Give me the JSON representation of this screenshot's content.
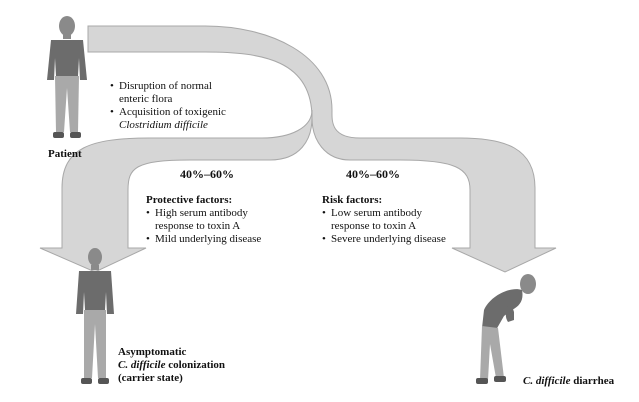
{
  "patient": {
    "label": "Patient",
    "bullets": [
      {
        "line1": "Disruption of normal",
        "line2": "enteric flora",
        "italic2": false
      },
      {
        "line1": "Acquisition of toxigenic",
        "line2": "Clostridium difficile",
        "italic2": true
      }
    ]
  },
  "left_branch": {
    "percent": "40%–60%",
    "heading": "Protective factors:",
    "items": [
      {
        "line1": "High serum antibody",
        "line2": "response to toxin A"
      },
      {
        "line1": "Mild underlying disease",
        "line2": ""
      }
    ],
    "outcome": {
      "line1": "Asymptomatic",
      "line2_italic": "C. difficile",
      "line2_rest": " colonization",
      "line3": "(carrier state)"
    }
  },
  "right_branch": {
    "percent": "40%–60%",
    "heading": "Risk factors:",
    "items": [
      {
        "line1": "Low serum antibody",
        "line2": "response to toxin A"
      },
      {
        "line1": "Severe underlying disease",
        "line2": ""
      }
    ],
    "outcome": {
      "italic": "C. difficile",
      "rest": " diarrhea"
    }
  },
  "colors": {
    "arrow_fill": "#d6d6d6",
    "arrow_stroke": "#a8a8a8",
    "figure_shirt": "#6c6c6c",
    "figure_pants": "#a9a9a9",
    "figure_skin": "#8a8a8a"
  }
}
